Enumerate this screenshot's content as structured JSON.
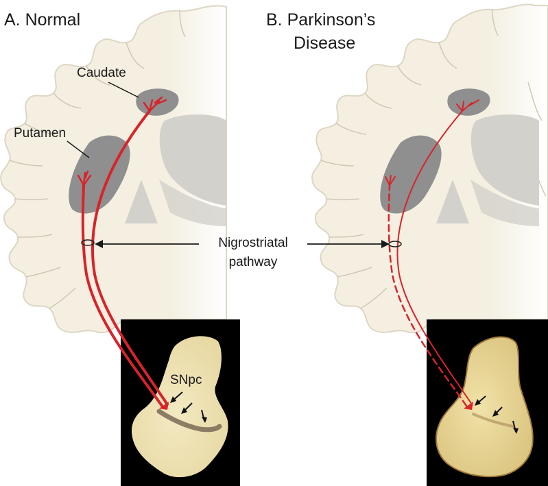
{
  "panel_a": {
    "title": "A. Normal",
    "labels": {
      "caudate": "Caudate",
      "putamen": "Putamen",
      "snpc": "SNpc"
    }
  },
  "panel_b": {
    "title_line1": "B. Parkinson’s",
    "title_line2": "Disease"
  },
  "shared": {
    "pathway_line1": "Nigrostriatal",
    "pathway_line2": "pathway"
  },
  "colors": {
    "brain_tissue": "#f4efe1",
    "brain_outline": "#ddd6c4",
    "striatum": "#8f8f8f",
    "thalamus": "#d3d1cb",
    "pathway": "#d8232a",
    "photo_bg": "#000000",
    "midbrain": "#efe3b5"
  }
}
